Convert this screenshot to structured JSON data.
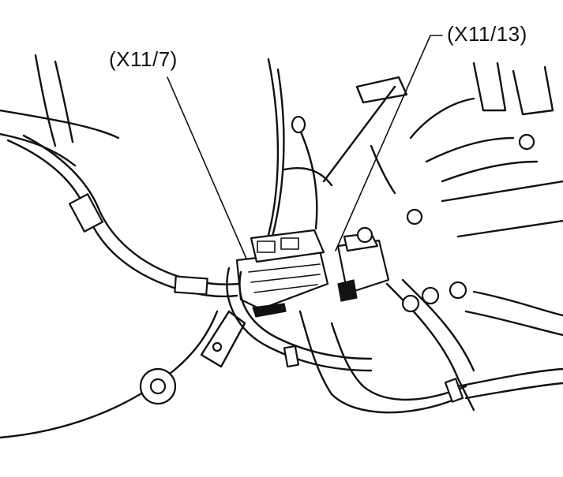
{
  "callouts": [
    {
      "id": "connector_x11_7",
      "label": "(X11/7)"
    },
    {
      "id": "connector_x11_13",
      "label": "(X11/13)"
    }
  ],
  "icons": [
    "connector-icon",
    "wiring-harness-icon"
  ],
  "colors": {
    "ink": "#111111",
    "paper": "#ffffff"
  }
}
